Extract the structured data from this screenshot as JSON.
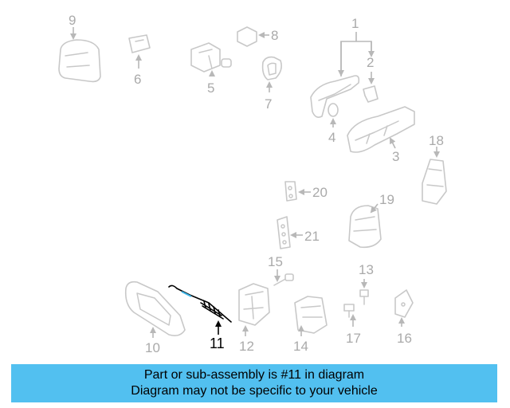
{
  "diagram": {
    "callouts": [
      "1",
      "2",
      "3",
      "4",
      "5",
      "6",
      "7",
      "8",
      "9",
      "10",
      "11",
      "12",
      "13",
      "14",
      "15",
      "16",
      "17",
      "18",
      "19",
      "20",
      "21"
    ],
    "highlighted_callout": "11",
    "colors": {
      "highlight_banner": "#52c0f0",
      "faded_part": "#c8c8c8",
      "active_part": "#000000",
      "cable_accent": "#3fb6e8"
    }
  },
  "banner": {
    "line1": "Part or sub-assembly is #11 in diagram",
    "line2": "Diagram may not be specific to your vehicle"
  }
}
